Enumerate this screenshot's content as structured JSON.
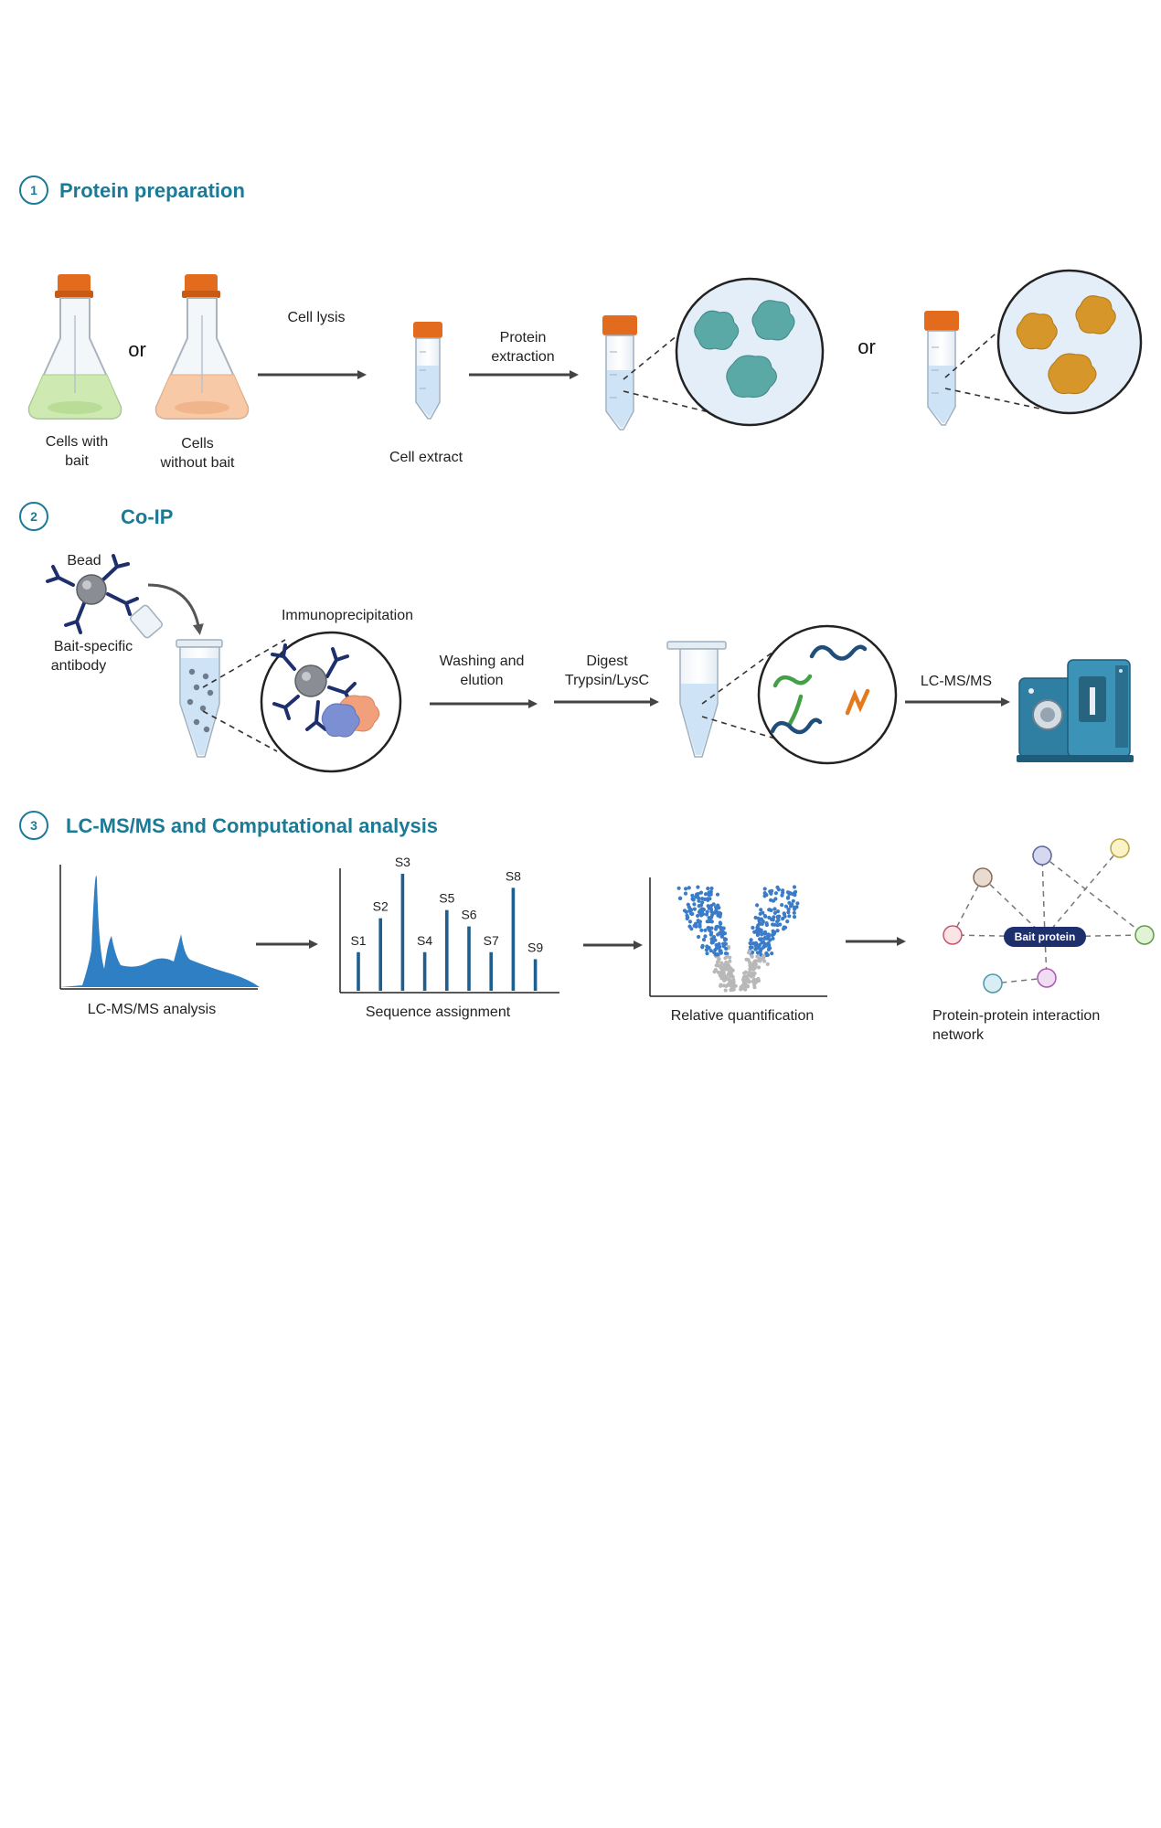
{
  "colors": {
    "heading": "#1b7a96",
    "cap": "#e36b1e",
    "green_medium": "#cfe9b2",
    "orange_medium": "#f7c9a6",
    "teal_protein": "#5aa9a7",
    "orange_protein": "#d6962a",
    "bar": "#1f5f8f",
    "volcano_blue": "#3a7cc8"
  },
  "section1": {
    "number": "1",
    "title": "Protein preparation",
    "flask1_label": [
      "Cells with",
      "bait"
    ],
    "or1": "or",
    "flask2_label": [
      "Cells",
      "without bait"
    ],
    "arrow1_label": "Cell lysis",
    "tube_label": "Cell extract",
    "arrow2_label": [
      "Protein",
      "extraction"
    ],
    "or2": "or"
  },
  "section2": {
    "number": "2",
    "title": "Co-IP",
    "bead_label": "Bead",
    "antibody_label": [
      "Bait-specific",
      "antibody"
    ],
    "ip_label": "Immunoprecipitation",
    "arrow1_label": [
      "Washing and",
      "elution"
    ],
    "arrow2_label": [
      "Digest",
      "Trypsin/LysC"
    ],
    "arrow3_label": "LC-MS/MS"
  },
  "section3": {
    "number": "3",
    "title": "LC-MS/MS and Computational analysis",
    "chromatogram_label": "LC-MS/MS analysis",
    "sequence_label": "Sequence assignment",
    "volcano_label": "Relative quantification",
    "network_label": [
      "Protein-protein interaction",
      "network"
    ],
    "bait_protein": "Bait protein"
  },
  "chart_data": {
    "type": "bar",
    "categories": [
      "S1",
      "S2",
      "S3",
      "S4",
      "S5",
      "S6",
      "S7",
      "S8",
      "S9"
    ],
    "values": [
      0.33,
      0.62,
      1.0,
      0.33,
      0.69,
      0.55,
      0.33,
      0.88,
      0.27
    ]
  }
}
